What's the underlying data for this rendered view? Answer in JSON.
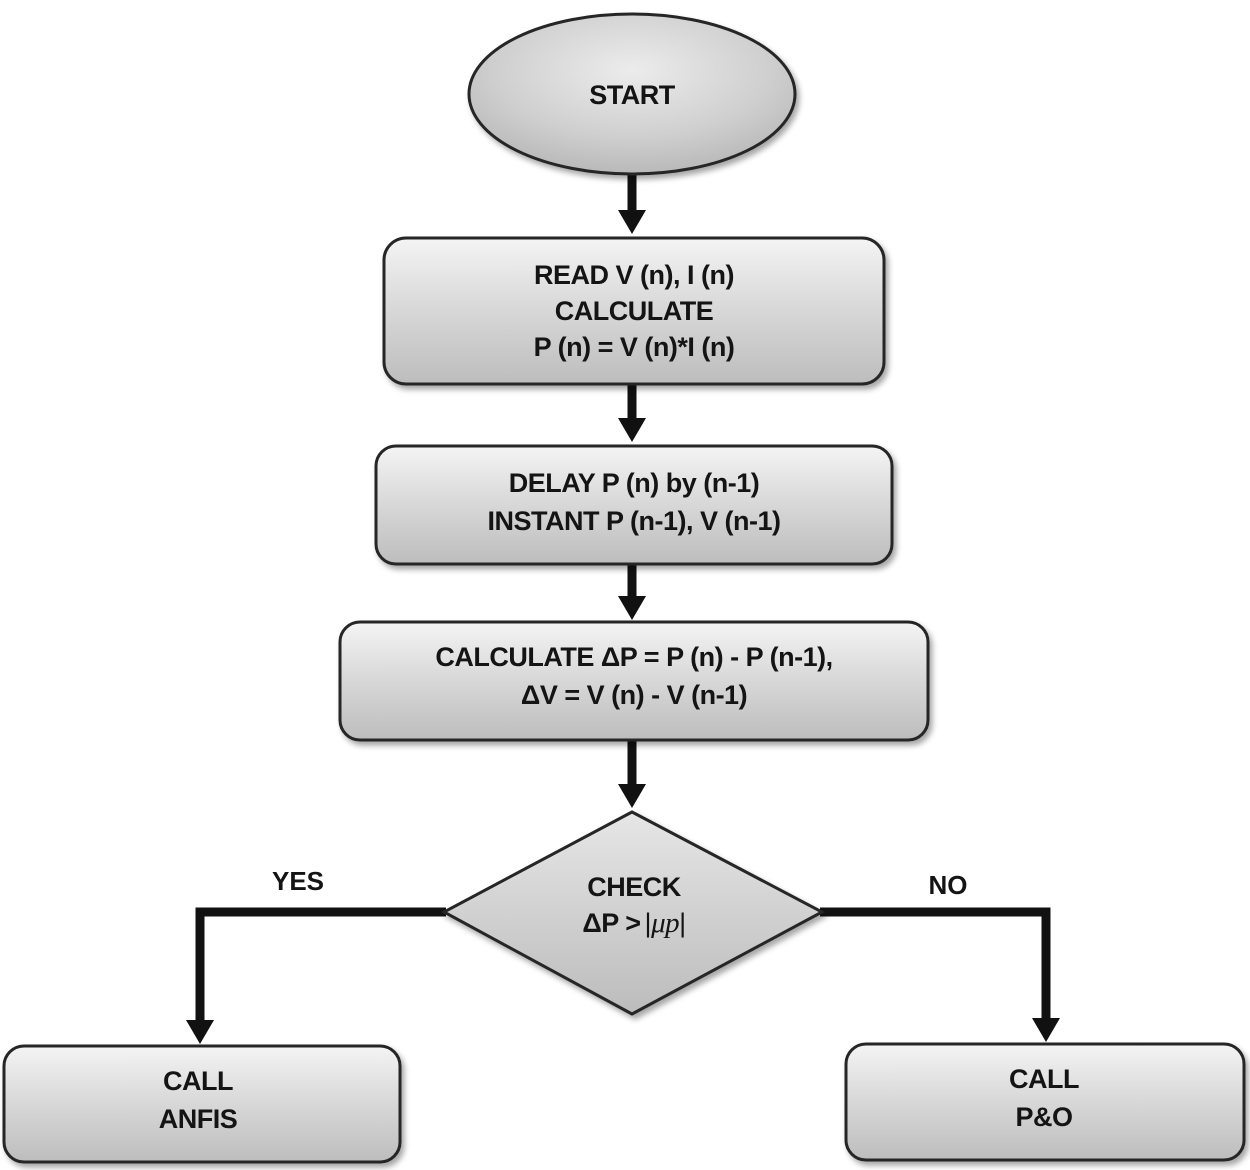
{
  "nodes": {
    "start": {
      "label": "START"
    },
    "read": {
      "lines": [
        "READ V (n), I (n)",
        "CALCULATE",
        "P (n) = V (n)*I (n)"
      ]
    },
    "delay": {
      "lines": [
        "DELAY P (n) by (n-1)",
        "INSTANT P (n-1), V (n-1)"
      ]
    },
    "calc": {
      "lines": [
        "CALCULATE ΔP = P (n) - P (n-1),",
        "ΔV = V (n) - V (n-1)"
      ]
    },
    "check": {
      "line1": "CHECK",
      "line2_prefix": "ΔP >",
      "line2_mu": "μp"
    },
    "anfis": {
      "lines": [
        "CALL",
        "ANFIS"
      ]
    },
    "po": {
      "lines": [
        "CALL",
        "P&O"
      ]
    }
  },
  "edges": {
    "yes_label": "YES",
    "no_label": "NO"
  }
}
